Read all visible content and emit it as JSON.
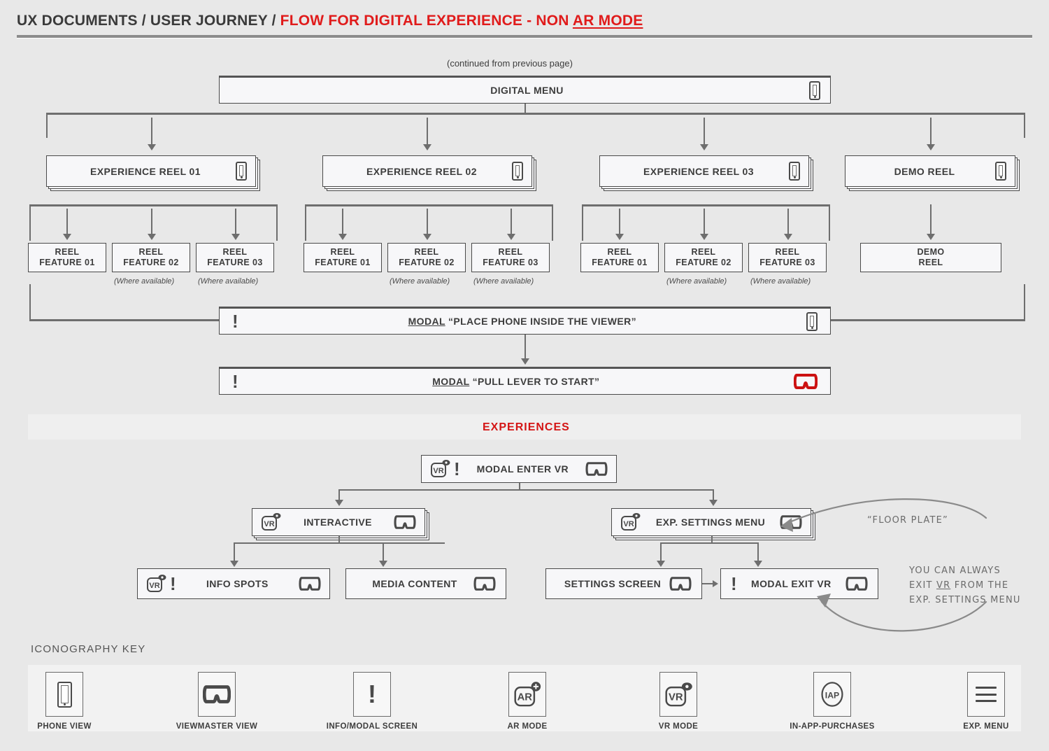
{
  "header": {
    "prefix": "UX DOCUMENTS / USER JOURNEY / ",
    "title_red": "FLOW FOR DIGITAL EXPERIENCE - NON ",
    "title_underlined": "AR MODE",
    "accent_color": "#e01b1b",
    "text_color": "#3a3a3a"
  },
  "continued_note": "(continued from previous page)",
  "digital_menu": {
    "label": "DIGITAL MENU",
    "left_icon": "hamburger-menu-icon",
    "right_icon": "phone-view-icon"
  },
  "reels": [
    {
      "label": "EXPERIENCE REEL 01",
      "icon": "phone-view-icon",
      "stacked": true
    },
    {
      "label": "EXPERIENCE REEL 02",
      "icon": "phone-view-icon",
      "stacked": true
    },
    {
      "label": "EXPERIENCE REEL 03",
      "icon": "phone-view-icon",
      "stacked": true
    },
    {
      "label": "DEMO REEL",
      "icon": "phone-view-icon",
      "stacked": true
    }
  ],
  "features": {
    "group1": [
      {
        "line1": "REEL",
        "line2": "FEATURE 01",
        "note": ""
      },
      {
        "line1": "REEL",
        "line2": "FEATURE 02",
        "note": "(Where available)"
      },
      {
        "line1": "REEL",
        "line2": "FEATURE 03",
        "note": "(Where available)"
      }
    ],
    "group2": [
      {
        "line1": "REEL",
        "line2": "FEATURE 01",
        "note": ""
      },
      {
        "line1": "REEL",
        "line2": "FEATURE 02",
        "note": "(Where available)"
      },
      {
        "line1": "REEL",
        "line2": "FEATURE 03",
        "note": "(Where available)"
      }
    ],
    "group3": [
      {
        "line1": "REEL",
        "line2": "FEATURE 01",
        "note": ""
      },
      {
        "line1": "REEL",
        "line2": "FEATURE 02",
        "note": "(Where available)"
      },
      {
        "line1": "REEL",
        "line2": "FEATURE 03",
        "note": "(Where available)"
      }
    ],
    "demo": {
      "line1": "DEMO",
      "line2": "REEL",
      "note": ""
    }
  },
  "modals": {
    "place_phone": {
      "prefix": "MODAL",
      "text": " “PLACE PHONE INSIDE THE VIEWER”",
      "left_icon": "info-modal-icon",
      "right_icon": "phone-view-icon"
    },
    "pull_lever": {
      "prefix": "MODAL",
      "text": " “PULL LEVER TO START”",
      "left_icon": "info-modal-icon",
      "right_icon": "viewmaster-view-icon",
      "right_icon_color": "#cc1111"
    }
  },
  "experiences_section": {
    "label": "EXPERIENCES",
    "color": "#d41515"
  },
  "vr_nodes": {
    "enter_vr": {
      "label": "MODAL ENTER VR",
      "icons": [
        "vr-mode-icon",
        "info-modal-icon",
        "viewmaster-view-icon"
      ]
    },
    "interactive": {
      "label": "INTERACTIVE",
      "icons": [
        "vr-mode-icon",
        "viewmaster-view-icon"
      ],
      "stacked": true
    },
    "exp_settings_menu": {
      "label": "EXP. SETTINGS MENU",
      "icons": [
        "vr-mode-icon",
        "viewmaster-view-icon"
      ],
      "stacked": true
    },
    "info_spots": {
      "label": "INFO SPOTS",
      "icons": [
        "vr-mode-icon",
        "info-modal-icon",
        "viewmaster-view-icon"
      ]
    },
    "media_content": {
      "label": "MEDIA CONTENT",
      "icons": [
        "viewmaster-view-icon"
      ]
    },
    "settings_screen": {
      "label": "SETTINGS SCREEN",
      "icons": [
        "viewmaster-view-icon"
      ]
    },
    "modal_exit_vr": {
      "label": "MODAL EXIT VR",
      "icons": [
        "info-modal-icon",
        "viewmaster-view-icon"
      ]
    }
  },
  "annotations": {
    "floor_plate": "“FLOOR PLATE”",
    "exit_note_line1": "YOU CAN ALWAYS",
    "exit_note_line2a": "EXIT ",
    "exit_note_line2b": "VR",
    "exit_note_line2c": " FROM THE",
    "exit_note_line3": "EXP. SETTINGS MENU"
  },
  "key": {
    "title": "ICONOGRAPHY KEY",
    "items": [
      {
        "icon": "phone-view-icon",
        "label": "PHONE VIEW"
      },
      {
        "icon": "viewmaster-view-icon",
        "label": "VIEWMASTER VIEW"
      },
      {
        "icon": "info-modal-icon",
        "label": "INFO/MODAL SCREEN"
      },
      {
        "icon": "ar-mode-icon",
        "label": "AR MODE"
      },
      {
        "icon": "vr-mode-icon",
        "label": "VR MODE"
      },
      {
        "icon": "in-app-purchases-icon",
        "label": "IN-APP-PURCHASES"
      },
      {
        "icon": "exp-menu-icon",
        "label": "EXP. MENU"
      }
    ]
  }
}
